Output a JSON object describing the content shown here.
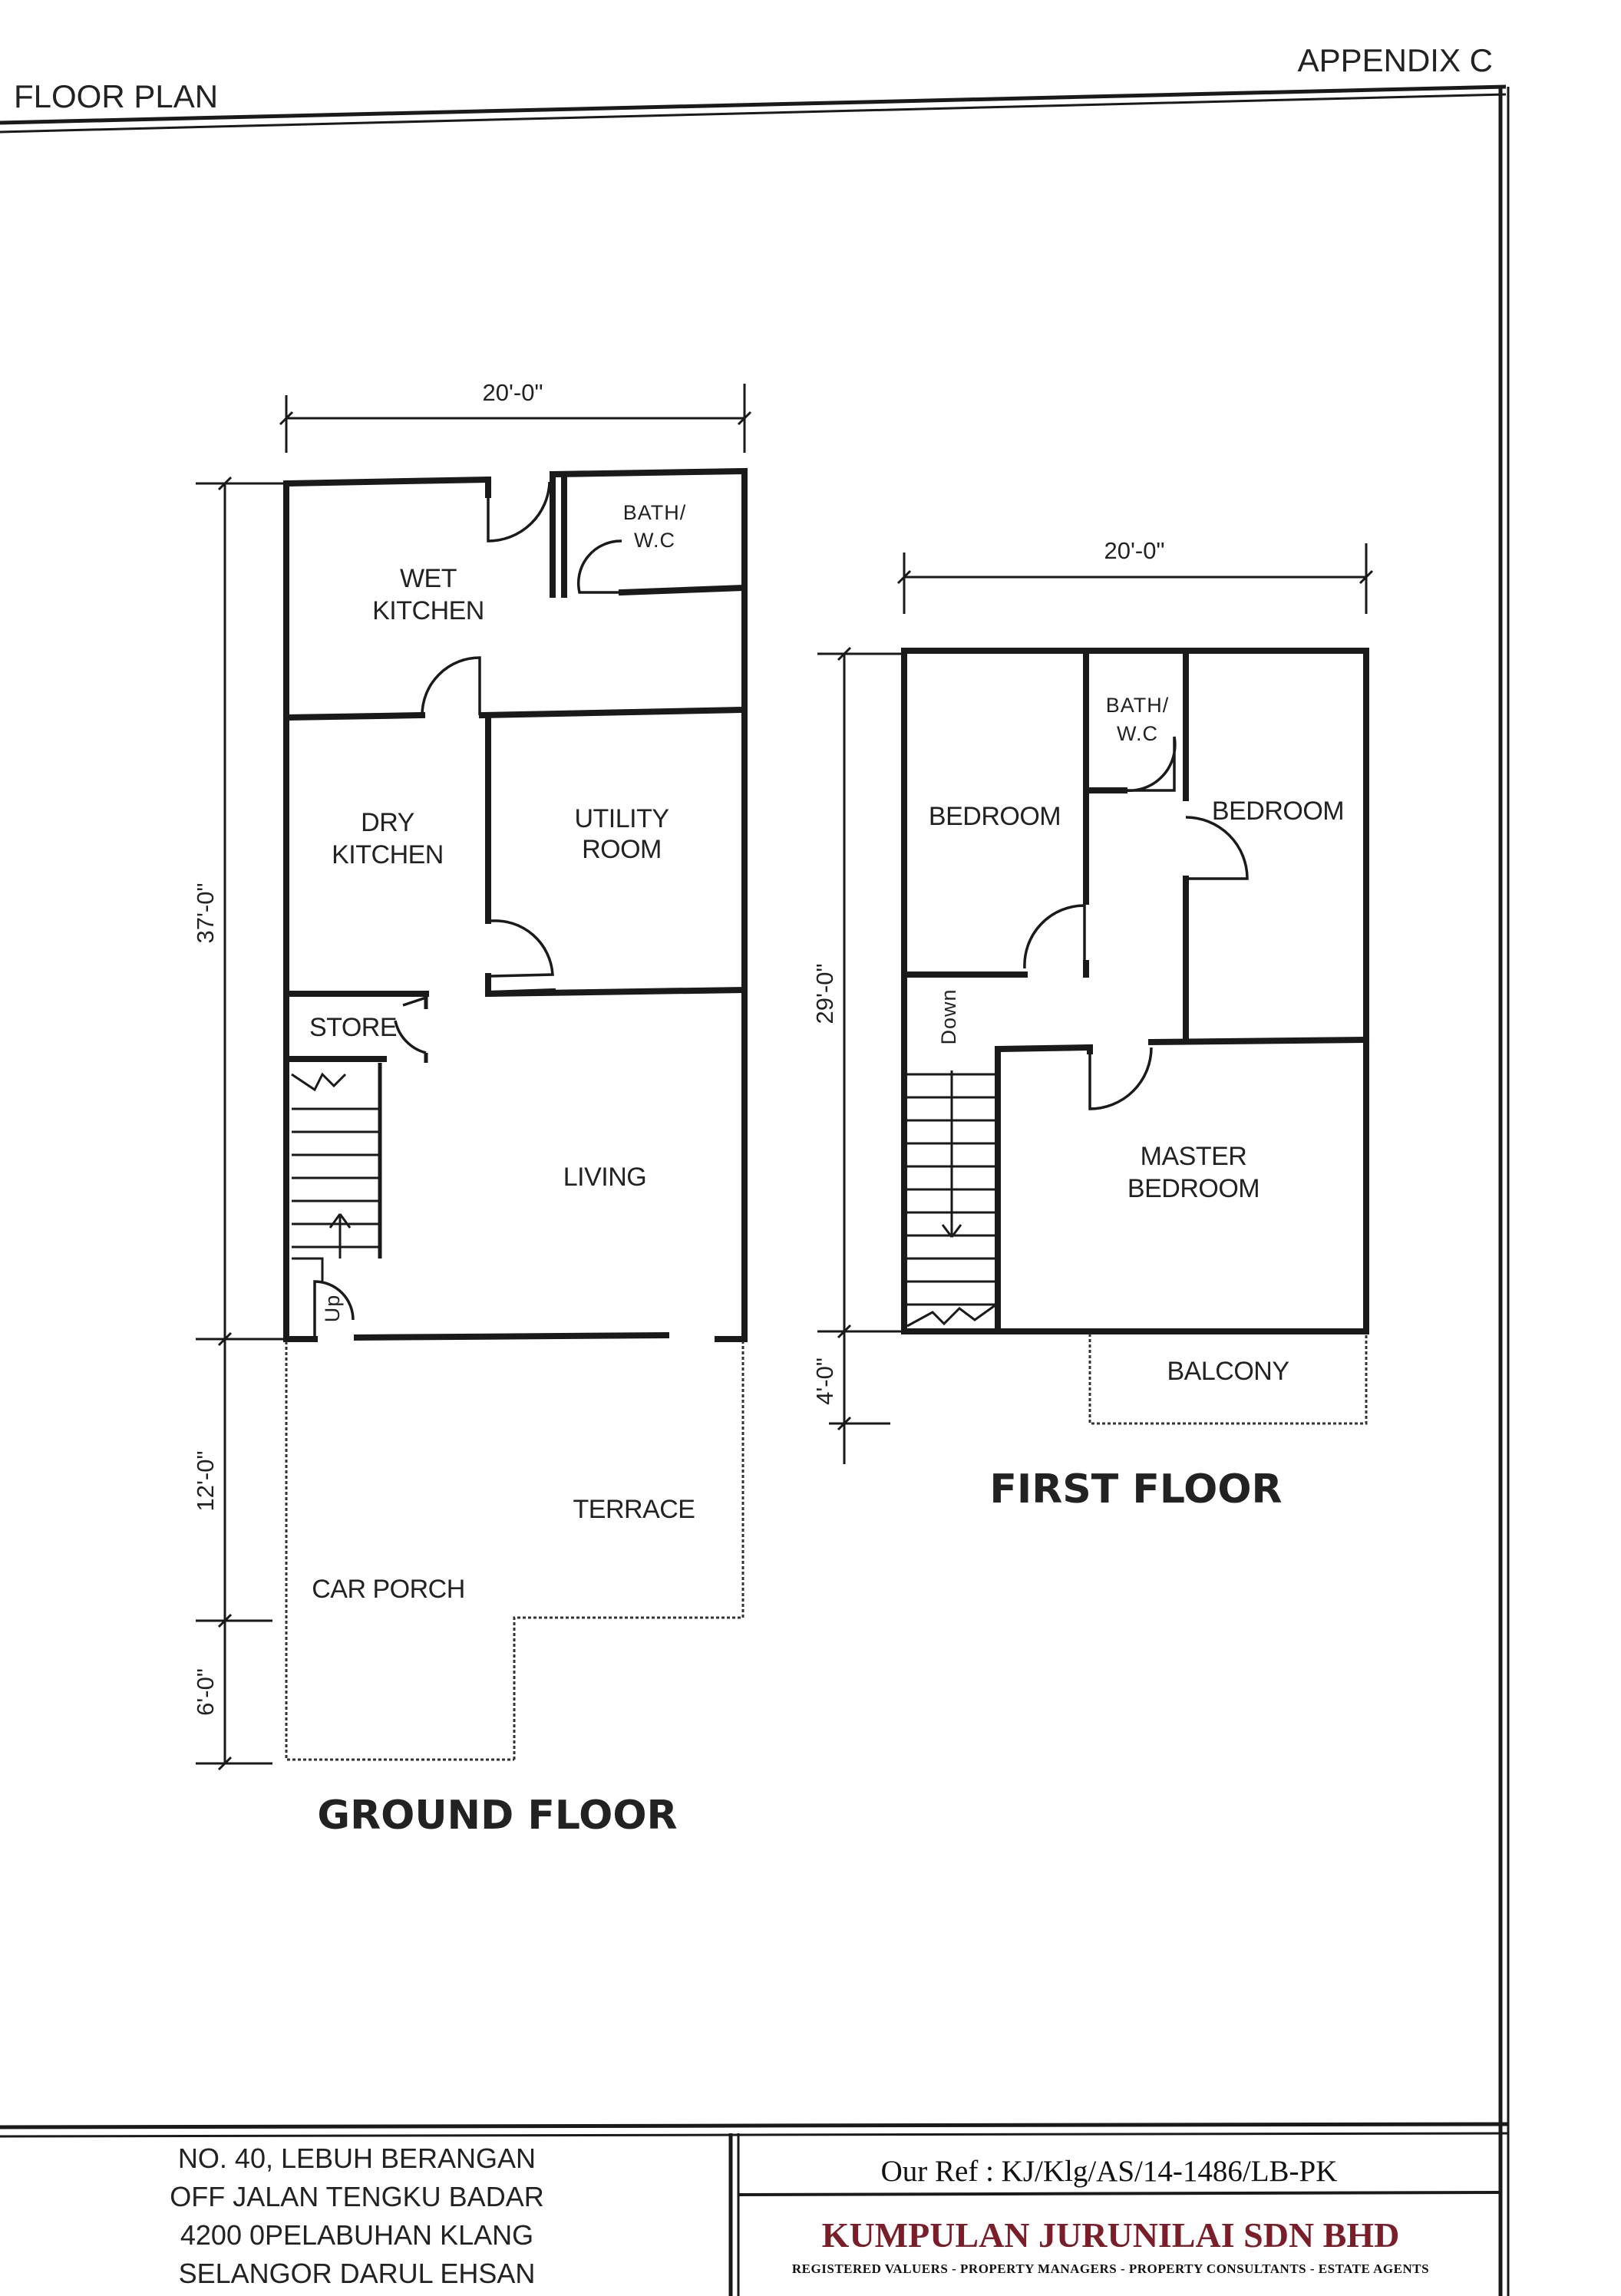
{
  "header": {
    "left_title": "FLOOR  PLAN",
    "right_title": "APPENDIX C"
  },
  "ground_floor": {
    "title": "GROUND FLOOR",
    "rooms": {
      "bath_line1": "BATH/",
      "bath_line2": "W.C",
      "wet_kitchen_line1": "WET",
      "wet_kitchen_line2": "KITCHEN",
      "dry_kitchen_line1": "DRY",
      "dry_kitchen_line2": "KITCHEN",
      "utility_line1": "UTILITY",
      "utility_line2": "ROOM",
      "store": "STORE",
      "living": "LIVING",
      "up": "Up",
      "terrace": "TERRACE",
      "car_porch": "CAR PORCH"
    },
    "dimensions": {
      "width": "20'-0\"",
      "depth_main": "37'-0\"",
      "depth_terrace": "12'-0\"",
      "depth_porch": "6'-0\""
    }
  },
  "first_floor": {
    "title": "FIRST FLOOR",
    "rooms": {
      "bedroom_left": "BEDROOM",
      "bath_line1": "BATH/",
      "bath_line2": "W.C",
      "bedroom_right": "BEDROOM",
      "down": "Down",
      "master_line1": "MASTER",
      "master_line2": "BEDROOM",
      "balcony": "BALCONY"
    },
    "dimensions": {
      "width": "20'-0\"",
      "depth_main": "29'-0\"",
      "depth_balcony": "4'-0\""
    }
  },
  "footer": {
    "address": [
      "NO. 40, LEBUH BERANGAN",
      "OFF  JALAN TENGKU BADAR",
      "4200 0PELABUHAN KLANG",
      "SELANGOR DARUL EHSAN"
    ],
    "reference": "Our Ref : KJ/Klg/AS/14-1486/LB-PK",
    "company": "KUMPULAN JURUNILAI SDN BHD",
    "tagline": "REGISTERED VALUERS  -  PROPERTY MANAGERS  -  PROPERTY CONSULTANTS  -  ESTATE AGENTS"
  }
}
